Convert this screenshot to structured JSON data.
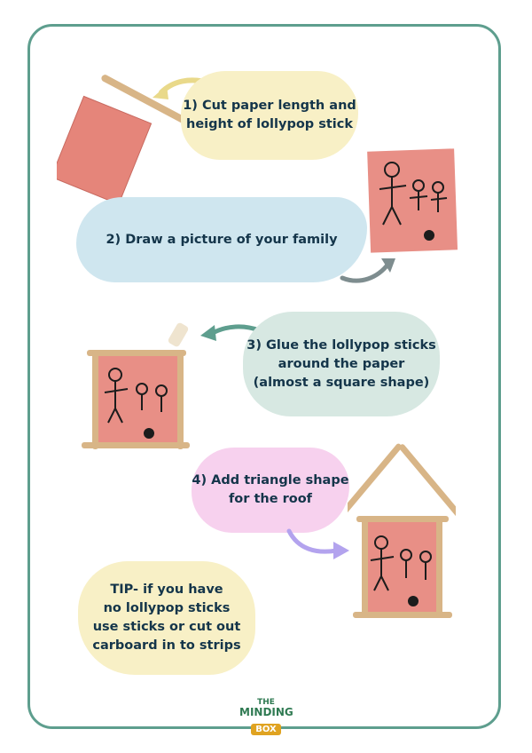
{
  "steps": {
    "step1": "1) Cut paper length and\nheight of lollypop stick",
    "step2": "2) Draw a picture of your family",
    "step3": "3) Glue the lollypop sticks\naround the paper\n(almost a square shape)",
    "step4": "4)  Add triangle shape\nfor the roof"
  },
  "tip": "TIP- if you have\nno lollypop sticks\nuse sticks or cut out\ncarboard in to strips",
  "logo": {
    "line1": "THE",
    "line2": "MINDING",
    "line3": "BOX"
  },
  "colors": {
    "frame": "#5e9e8e",
    "step1_bg": "#f8f0c6",
    "step2_bg": "#cfe6ef",
    "step3_bg": "#d7e8e2",
    "step4_bg": "#f7d1ee",
    "tip_bg": "#f8f0c6",
    "text": "#14354a",
    "paper": "#e88f86",
    "stick": "#d8b587"
  }
}
